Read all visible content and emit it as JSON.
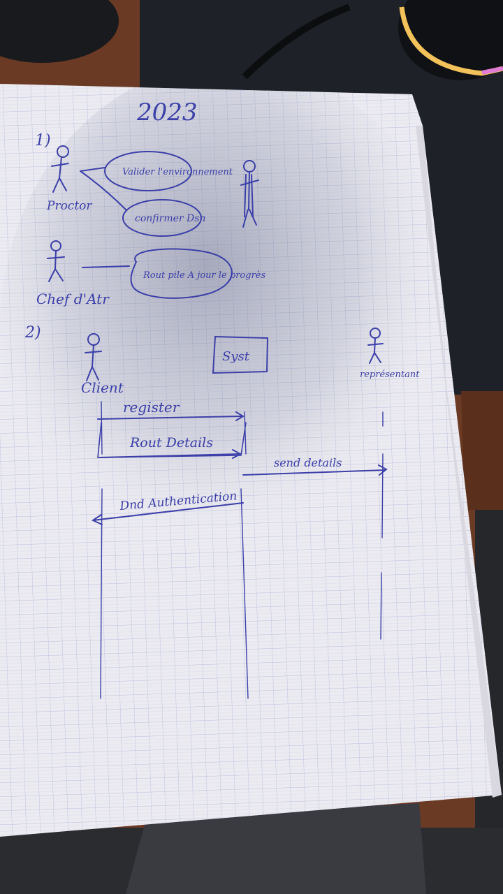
{
  "photo": {
    "colors": {
      "desk_wood": "#6b3a24",
      "desk_mat": "#1e2228",
      "paper": "#ecebf1",
      "grid": "#b9bfdc",
      "ink": "#3b3fa8",
      "shadow": "#9aa0b8",
      "fabric": "#2b2c30",
      "lamp_ring": "#f3c25a"
    }
  },
  "notebook": {
    "year": "2023",
    "section1": {
      "number": "1)",
      "actor_1": {
        "label": "Proctor"
      },
      "use_case_1": "Valider l'environnement",
      "use_case_2": "confirmer Dsn",
      "actor_2": {
        "label": "Chef d'Atr"
      },
      "use_case_3": "Rout pile A jour le progrès"
    },
    "section2": {
      "number": "2)",
      "lifeline_client": "Client",
      "lifeline_system": "Syst",
      "lifeline_representative": "représentant",
      "messages": [
        "register",
        "Rout Details",
        "send details",
        "Dnd Authentication"
      ]
    }
  }
}
